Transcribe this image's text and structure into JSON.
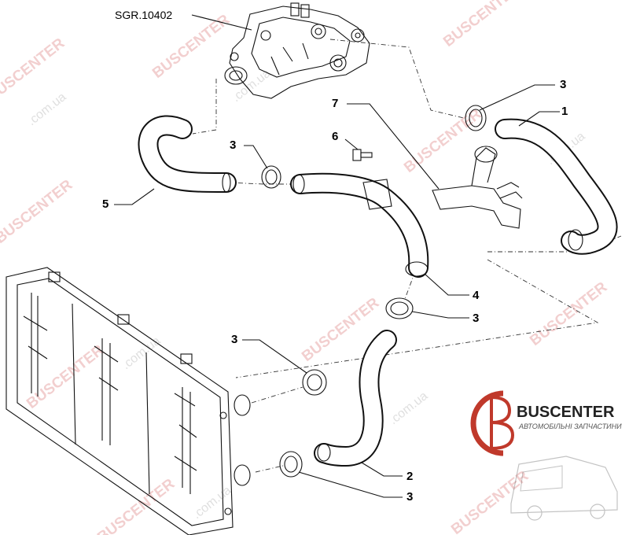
{
  "reference_code": "SGR.10402",
  "callouts": [
    "3",
    "1",
    "7",
    "6",
    "3",
    "5",
    "4",
    "3",
    "3",
    "2",
    "3"
  ],
  "watermark": {
    "brand": "BUSCENTER",
    "domain": ".com.ua"
  },
  "logo": {
    "name": "BUSCENTER",
    "tagline": "АВТОМОБІЛЬНІ ЗАПЧАСТИНИ",
    "color": "#c0392b"
  }
}
